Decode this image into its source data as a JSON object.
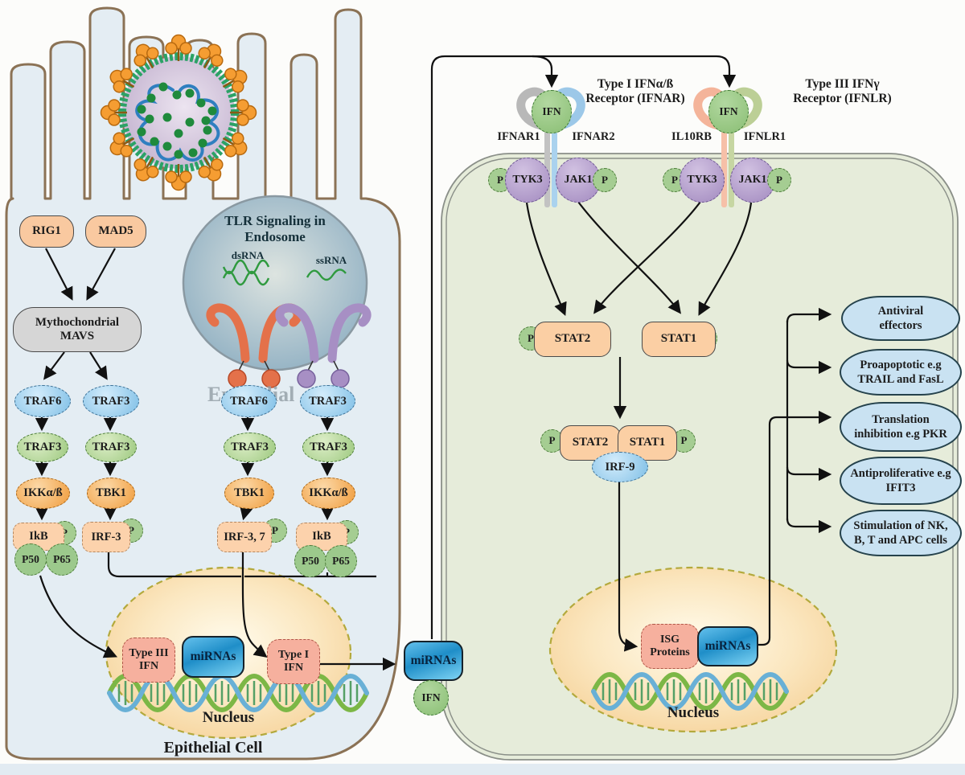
{
  "watermark": "Epithelial",
  "p_label": "P",
  "left_cell": {
    "label": "Epithelial Cell",
    "sensors": {
      "rig1": "RIG1",
      "mad5": "MAD5"
    },
    "mavs": {
      "line1": "Mythochondrial",
      "line2": "MAVS"
    },
    "endosome": {
      "title_line1": "TLR Signaling in",
      "title_line2": "Endosome",
      "dsrna_label": "dsRNA",
      "ssrna_label": "ssRNA"
    },
    "cascades": [
      {
        "n1": "TRAF6",
        "n2": "TRAF3",
        "n3": "IKKα/ß"
      },
      {
        "n1": "TRAF3",
        "n2": "TRAF3",
        "n3": "TBK1"
      },
      {
        "n1": "TRAF6",
        "n2": "TRAF3",
        "n3": "TBK1"
      },
      {
        "n1": "TRAF3",
        "n2": "TRAF3",
        "n3": "IKKα/ß"
      }
    ],
    "complexes": {
      "ikb": "IkB",
      "p50": "P50",
      "p65": "P65",
      "irf3": "IRF-3",
      "irf37": "IRF-3, 7"
    },
    "nucleus": {
      "label": "Nucleus",
      "type3_line1": "Type III",
      "type3_line2": "IFN",
      "mirnas": "miRNAs",
      "type1_line1": "Type I",
      "type1_line2": "IFN"
    }
  },
  "middle": {
    "mirnas": "miRNAs",
    "ifn": "IFN"
  },
  "right_cell": {
    "receptor1": {
      "title_line1": "Type I IFNα/ß",
      "title_line2": "Receptor (IFNAR)",
      "ligand": "IFN",
      "chain_left": "IFNAR1",
      "chain_right": "IFNAR2"
    },
    "receptor2": {
      "title_line1": "Type III IFNγ",
      "title_line2": "Receptor (IFNLR)",
      "ligand": "IFN",
      "chain_left": "IL10RB",
      "chain_right": "IFNLR1"
    },
    "kinases": {
      "tyk": "TYK3",
      "jak": "JAK1"
    },
    "stat2": "STAT2",
    "stat1": "STAT1",
    "irf9": "IRF-9",
    "nucleus": {
      "label": "Nucleus",
      "isg_line1": "ISG",
      "isg_line2": "Proteins",
      "mirnas": "miRNAs"
    },
    "effectors": [
      {
        "line1": "Antiviral",
        "line2": "effectors"
      },
      {
        "line1": "Proapoptotic e.g",
        "line2": "TRAIL and FasL"
      },
      {
        "line1": "Translation",
        "line2": "inhibition e.g PKR"
      },
      {
        "line1": "Antiproliferative e.g",
        "line2": "IFIT3"
      },
      {
        "line1": "Stimulation of NK,",
        "line2": "B, T and APC cells"
      }
    ]
  },
  "colors": {
    "cell_left_fill": "#e4edf3",
    "cell_left_border": "#8b7255",
    "cell_right_fill": "#e6ecda",
    "cell_right_border": "#8a8f88",
    "nucleus_fill": "#f6d49e",
    "nucleus_border": "#b3a93c",
    "virus_envelope": "#2ba266",
    "virus_spike": "#f59d32",
    "mirna_blue": "#1f8ec8",
    "effector_blue": "#c9e2f2",
    "arrow": "#111111"
  }
}
